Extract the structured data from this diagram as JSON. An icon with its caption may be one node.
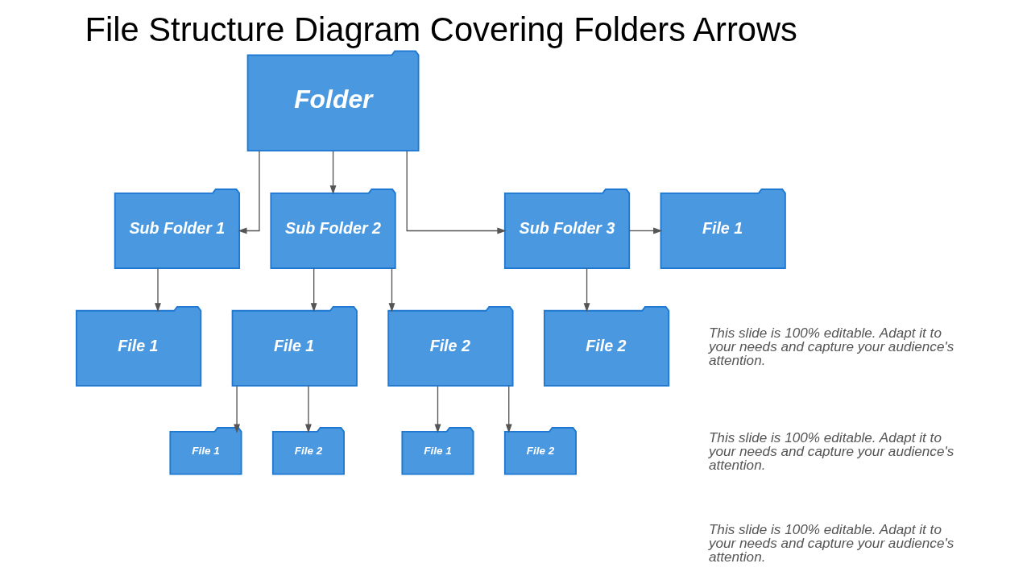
{
  "diagram": {
    "title": "File Structure Diagram Covering Folders Arrows",
    "nodes": [
      {
        "text": [
          "Folder"
        ]
      },
      {
        "text": [
          "Sub Folder 1"
        ]
      },
      {
        "text": [
          "Sub Folder 2"
        ]
      },
      {
        "text": [
          "Sub Folder 3"
        ]
      },
      {
        "text": [
          "File 1"
        ]
      },
      {
        "text": [
          "File 1"
        ]
      },
      {
        "text": [
          "File 1"
        ]
      },
      {
        "text": [
          "File 2"
        ]
      },
      {
        "text": [
          "File 2"
        ]
      },
      {
        "text": [
          "File 1"
        ]
      },
      {
        "text": [
          "File 2"
        ]
      },
      {
        "text": [
          "File 1"
        ]
      },
      {
        "text": [
          "File 2"
        ]
      }
    ],
    "edges": [
      {
        "from": 0,
        "to": 1,
        "arrow": "to"
      },
      {
        "from": 0,
        "to": 2,
        "arrow": "to"
      },
      {
        "from": 0,
        "to": 3,
        "arrow": "to"
      },
      {
        "from": 3,
        "to": 4,
        "arrow": "to"
      },
      {
        "from": 1,
        "to": 5,
        "arrow": "to"
      },
      {
        "from": 2,
        "to": 6,
        "arrow": "to"
      },
      {
        "from": 2,
        "to": 7,
        "arrow": "to"
      },
      {
        "from": 3,
        "to": 8,
        "arrow": "to"
      },
      {
        "from": 6,
        "to": 9,
        "arrow": "to"
      },
      {
        "from": 6,
        "to": 10,
        "arrow": "to"
      },
      {
        "from": 7,
        "to": 11,
        "arrow": "to"
      },
      {
        "from": 7,
        "to": 12,
        "arrow": "to"
      }
    ],
    "labels": [
      "This slide is 100% editable. Adapt it to your needs and capture your audience's attention.",
      "This slide is 100% editable. Adapt it to your needs and capture your audience's attention.",
      "This slide is 100% editable. Adapt it to your needs and capture your audience's attention."
    ]
  }
}
